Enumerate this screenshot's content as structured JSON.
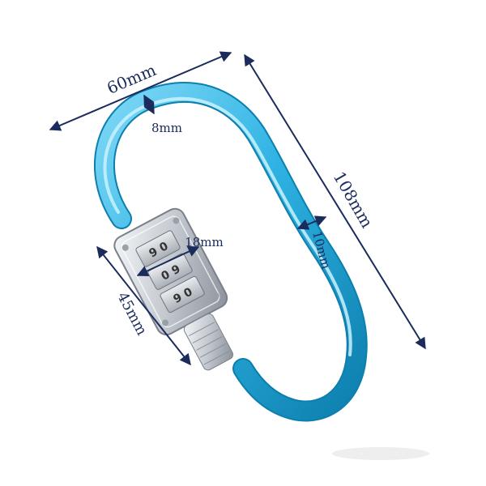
{
  "product": {
    "name": "carabiner-combination-lock",
    "body_color": "#2fb3e3",
    "body_highlight": "#bff0ff",
    "body_shadow": "#0d7fae",
    "lock_color": "#c8cdd4",
    "dimension_line_color": "#1a2b5c"
  },
  "dimensions": {
    "width": "60mm",
    "wire_thickness": "8mm",
    "length": "108mm",
    "side_thickness": "10mm",
    "lock_width": "18mm",
    "lock_length": "45mm"
  },
  "dials": [
    {
      "digits": "9 0"
    },
    {
      "digits": "0 9"
    },
    {
      "digits": "9 0"
    }
  ]
}
